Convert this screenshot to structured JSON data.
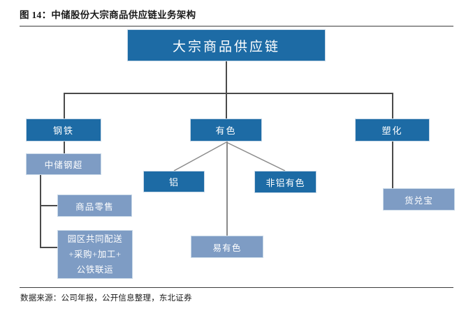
{
  "figure": {
    "title": "图 14：中储股份大宗商品供应链业务架构",
    "source_note": "数据来源：公司年报，公开信息整理，东北证券"
  },
  "colors": {
    "dark_box": "#1d6ba5",
    "light_box": "#7e9cc4",
    "box_text": "#ffffff",
    "connector": "#4a4a4a",
    "connector_thin": "#8a8a8a",
    "rule": "#3d3d3d",
    "page_background": "#ffffff"
  },
  "chart_data": {
    "type": "diagram",
    "title": "图 14：中储股份大宗商品供应链业务架构",
    "layout": "top-down hierarchy tree, 3 main branches",
    "root": {
      "id": "root",
      "label": "大宗商品供应链",
      "style": "dark"
    },
    "nodes": [
      {
        "id": "root",
        "label": "大宗商品供应链",
        "style": "dark",
        "level": 0,
        "parent": null
      },
      {
        "id": "steel",
        "label": "钢铁",
        "style": "dark",
        "level": 1,
        "parent": "root"
      },
      {
        "id": "nf",
        "label": "有色",
        "style": "dark",
        "level": 1,
        "parent": "root"
      },
      {
        "id": "plast",
        "label": "塑化",
        "style": "dark",
        "level": 1,
        "parent": "root"
      },
      {
        "id": "zcgc",
        "label": "中储钢超",
        "style": "light",
        "level": 2,
        "parent": "steel"
      },
      {
        "id": "retail",
        "label": "商品零售",
        "style": "light",
        "level": 3,
        "parent": "zcgc"
      },
      {
        "id": "park",
        "label": "园区共同配送\n+采购+加工+\n公铁联运",
        "style": "light",
        "level": 3,
        "parent": "zcgc"
      },
      {
        "id": "al",
        "label": "铝",
        "style": "dark",
        "level": 2,
        "parent": "nf"
      },
      {
        "id": "nonal",
        "label": "非铝有色",
        "style": "dark",
        "level": 2,
        "parent": "nf"
      },
      {
        "id": "eynf",
        "label": "易有色",
        "style": "light",
        "level": 2,
        "parent": "nf"
      },
      {
        "id": "hdb",
        "label": "货兑宝",
        "style": "light",
        "level": 2,
        "parent": "plast"
      }
    ],
    "edges": [
      {
        "from": "root",
        "to": "steel"
      },
      {
        "from": "root",
        "to": "nf"
      },
      {
        "from": "root",
        "to": "plast"
      },
      {
        "from": "steel",
        "to": "zcgc"
      },
      {
        "from": "zcgc",
        "to": "retail"
      },
      {
        "from": "zcgc",
        "to": "park"
      },
      {
        "from": "nf",
        "to": "al"
      },
      {
        "from": "nf",
        "to": "nonal"
      },
      {
        "from": "nf",
        "to": "eynf"
      },
      {
        "from": "plast",
        "to": "hdb"
      }
    ]
  }
}
